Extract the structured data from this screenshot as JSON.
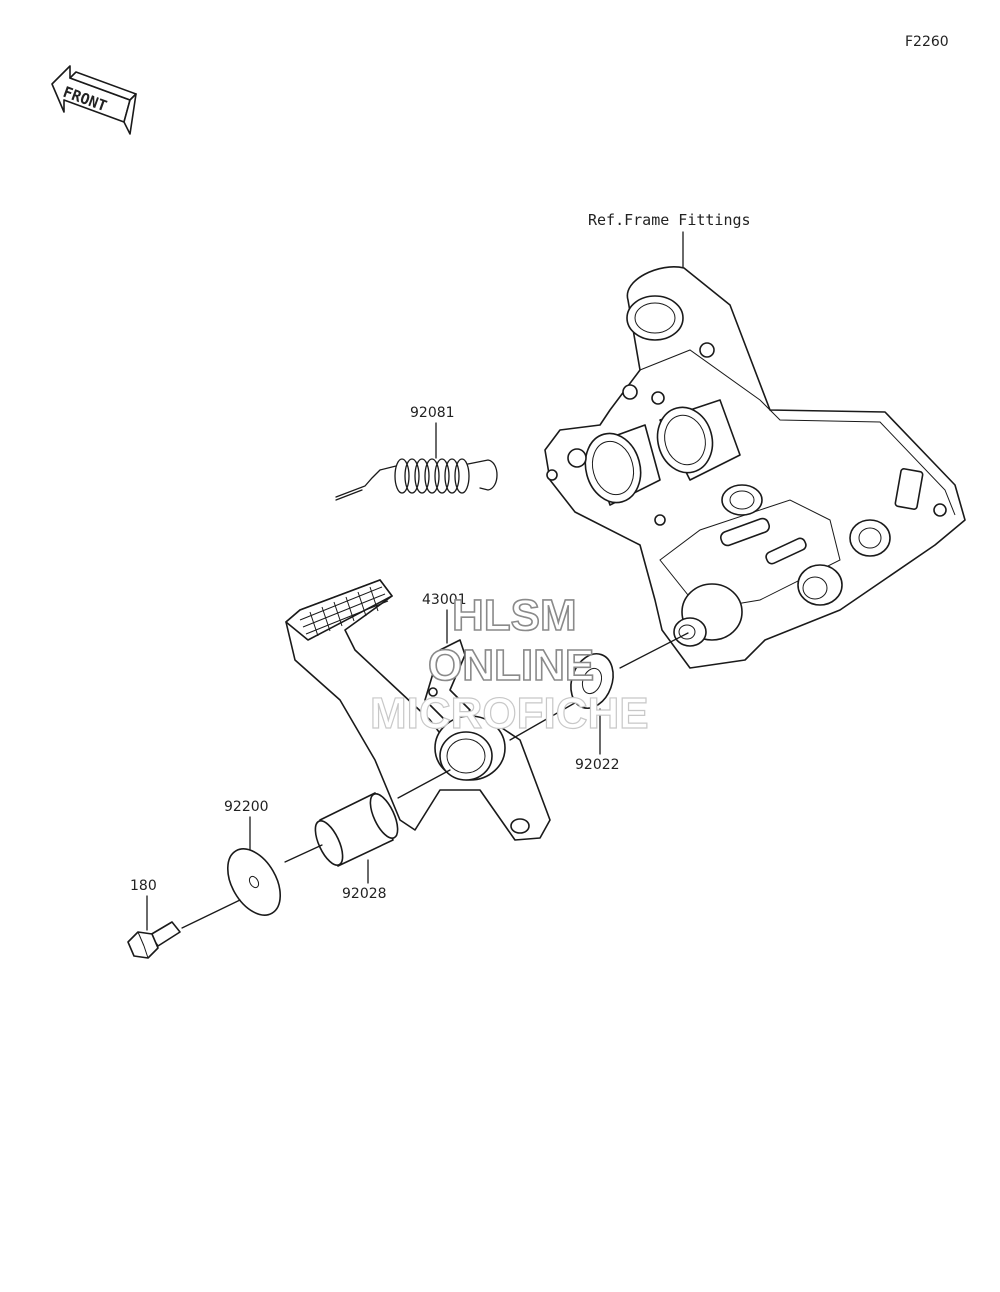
{
  "figure_code": "F2260",
  "front_label": "FRONT",
  "reference_label": "Ref.Frame Fittings",
  "parts": {
    "spring": "92081",
    "pedal": "43001",
    "washer_inner": "92022",
    "washer_outer": "92200",
    "collar": "92028",
    "bolt": "180"
  },
  "watermark": {
    "line1": "HLSM",
    "line2": "ONLINE",
    "line3": "MICROFICHE"
  }
}
